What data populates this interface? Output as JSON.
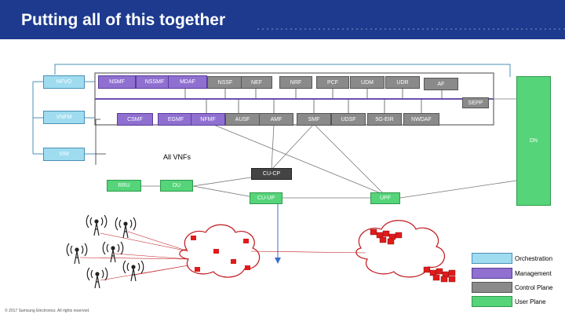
{
  "slide": {
    "title": "Putting all of this together",
    "footer": "© 2017 Samsung Electronics. All rights reserved."
  },
  "orchestration": {
    "nfvo": "NFVO",
    "vnfm": "VNFM",
    "vim": "VIM"
  },
  "management": {
    "nsmf": "NSMF",
    "nssmf": "NSSMF",
    "mdaf": "MDAF",
    "csmf": "CSMF",
    "egmf": "EGMF",
    "nfmf": "NFMF"
  },
  "control": {
    "top_row": [
      "NSSF",
      "NEF",
      "NRF",
      "PCF",
      "UDM",
      "UDR",
      "AF"
    ],
    "bottom_row": [
      "AUSF",
      "AMF",
      "SMF",
      "UDSF",
      "5G-EIR",
      "NWDAF"
    ],
    "sepp": "SEPP",
    "cu_cp": "CU-CP"
  },
  "user": {
    "rru": "RRU",
    "du": "DU",
    "cu_up": "CU-UP",
    "upf": "UPF",
    "dn": "DN"
  },
  "labels": {
    "all_vnfs": "All VNFs"
  },
  "legend": [
    {
      "label": "Orchestration",
      "color": "#9fdcf0"
    },
    {
      "label": "Management",
      "color": "#8f6fd0"
    },
    {
      "label": "Control Plane",
      "color": "#8a8a8a"
    },
    {
      "label": "User Plane",
      "color": "#55d479"
    }
  ],
  "colors": {
    "title_bar": "#1d3a8f",
    "orchestration": "#9fdcf0",
    "management": "#8f6fd0",
    "control_plane": "#8a8a8a",
    "user_plane": "#55d479",
    "cloud_outline": "#c0161c",
    "server_red": "#e01b1b"
  },
  "icons": {
    "cell_tower": "cell-tower-icon",
    "server_cluster": "server-cluster-icon",
    "cloud": "network-cloud-icon"
  }
}
